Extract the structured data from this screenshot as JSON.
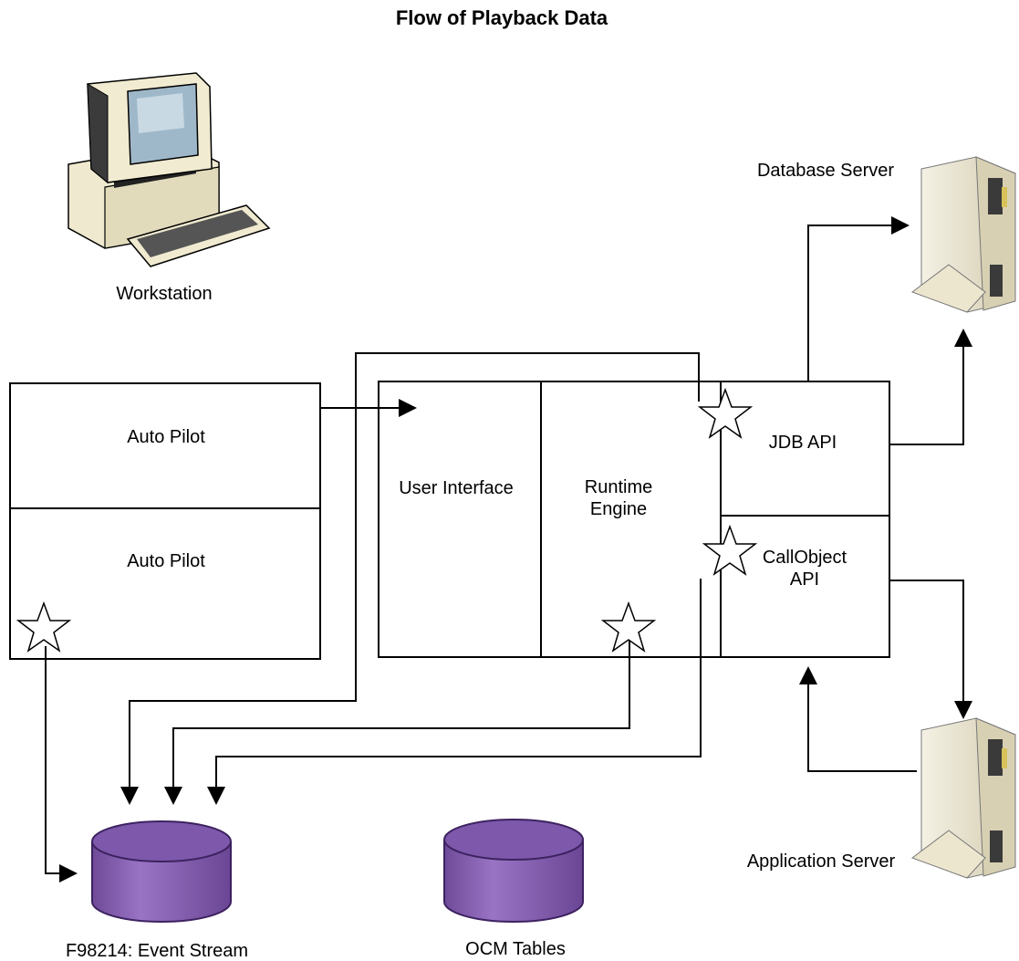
{
  "diagram": {
    "title": "Flow of Playback Data",
    "nodes": {
      "workstation": {
        "label": "Workstation",
        "icon": "desktop-computer-icon"
      },
      "database_server": {
        "label": "Database Server",
        "icon": "server-tower-icon"
      },
      "application_server": {
        "label": "Application Server",
        "icon": "server-tower-icon"
      },
      "auto_pilot_top": {
        "label": "Auto Pilot"
      },
      "auto_pilot_bottom": {
        "label": "Auto Pilot"
      },
      "user_interface": {
        "label": "User Interface"
      },
      "runtime_engine": {
        "label_line1": "Runtime",
        "label_line2": "Engine"
      },
      "jdb_api": {
        "label": "JDB API"
      },
      "callobject_api": {
        "label_line1": "CallObject",
        "label_line2": "API"
      },
      "event_stream": {
        "label": "F98214: Event Stream",
        "icon": "database-cylinder-icon"
      },
      "ocm_tables": {
        "label": "OCM Tables",
        "icon": "database-cylinder-icon"
      }
    },
    "markers": [
      "star-icon",
      "star-icon",
      "star-icon",
      "star-icon"
    ],
    "colors": {
      "cylinder_fill": "#8a63b5",
      "cylinder_top": "#7a55a8",
      "cylinder_edge": "#4a2a6e",
      "line": "#000000",
      "server_body": "#eae5d3"
    }
  }
}
